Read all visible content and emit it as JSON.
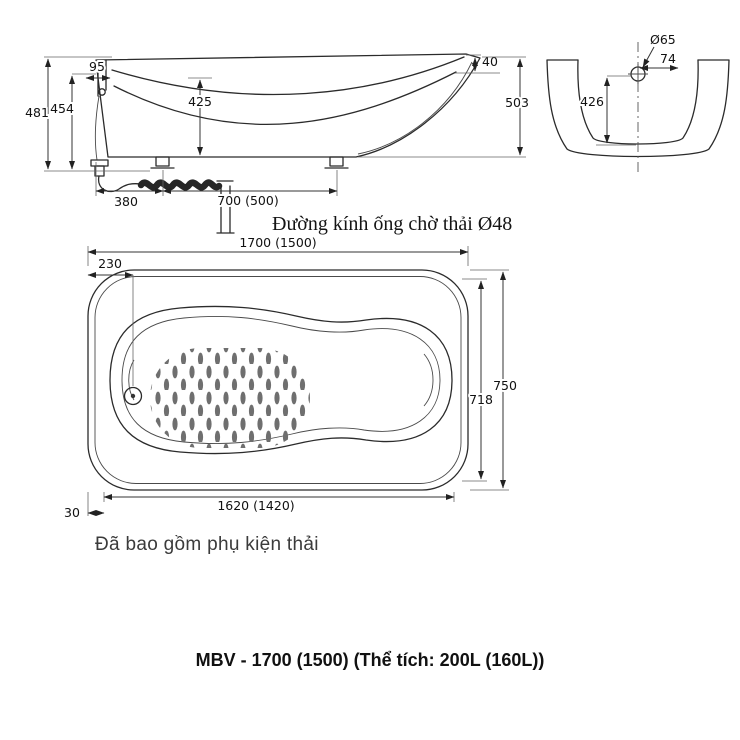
{
  "side_view": {
    "d95": "95",
    "d40": "40",
    "d481": "481",
    "d454": "454",
    "d425": "425",
    "d503": "503",
    "d380": "380",
    "d700": "700 (500)",
    "drain_note": "Đường kính ống chờ thải Ø48"
  },
  "end_view": {
    "d65": "Ø65",
    "d74": "74",
    "d426": "426"
  },
  "plan_view": {
    "d1700": "1700 (1500)",
    "d230": "230",
    "d750": "750",
    "d718": "718",
    "d1620": "1620 (1420)",
    "d30": "30"
  },
  "note": "Đã bao gồm phụ kiện thải",
  "title": "MBV - 1700 (1500) (Thể tích: 200L (160L))"
}
